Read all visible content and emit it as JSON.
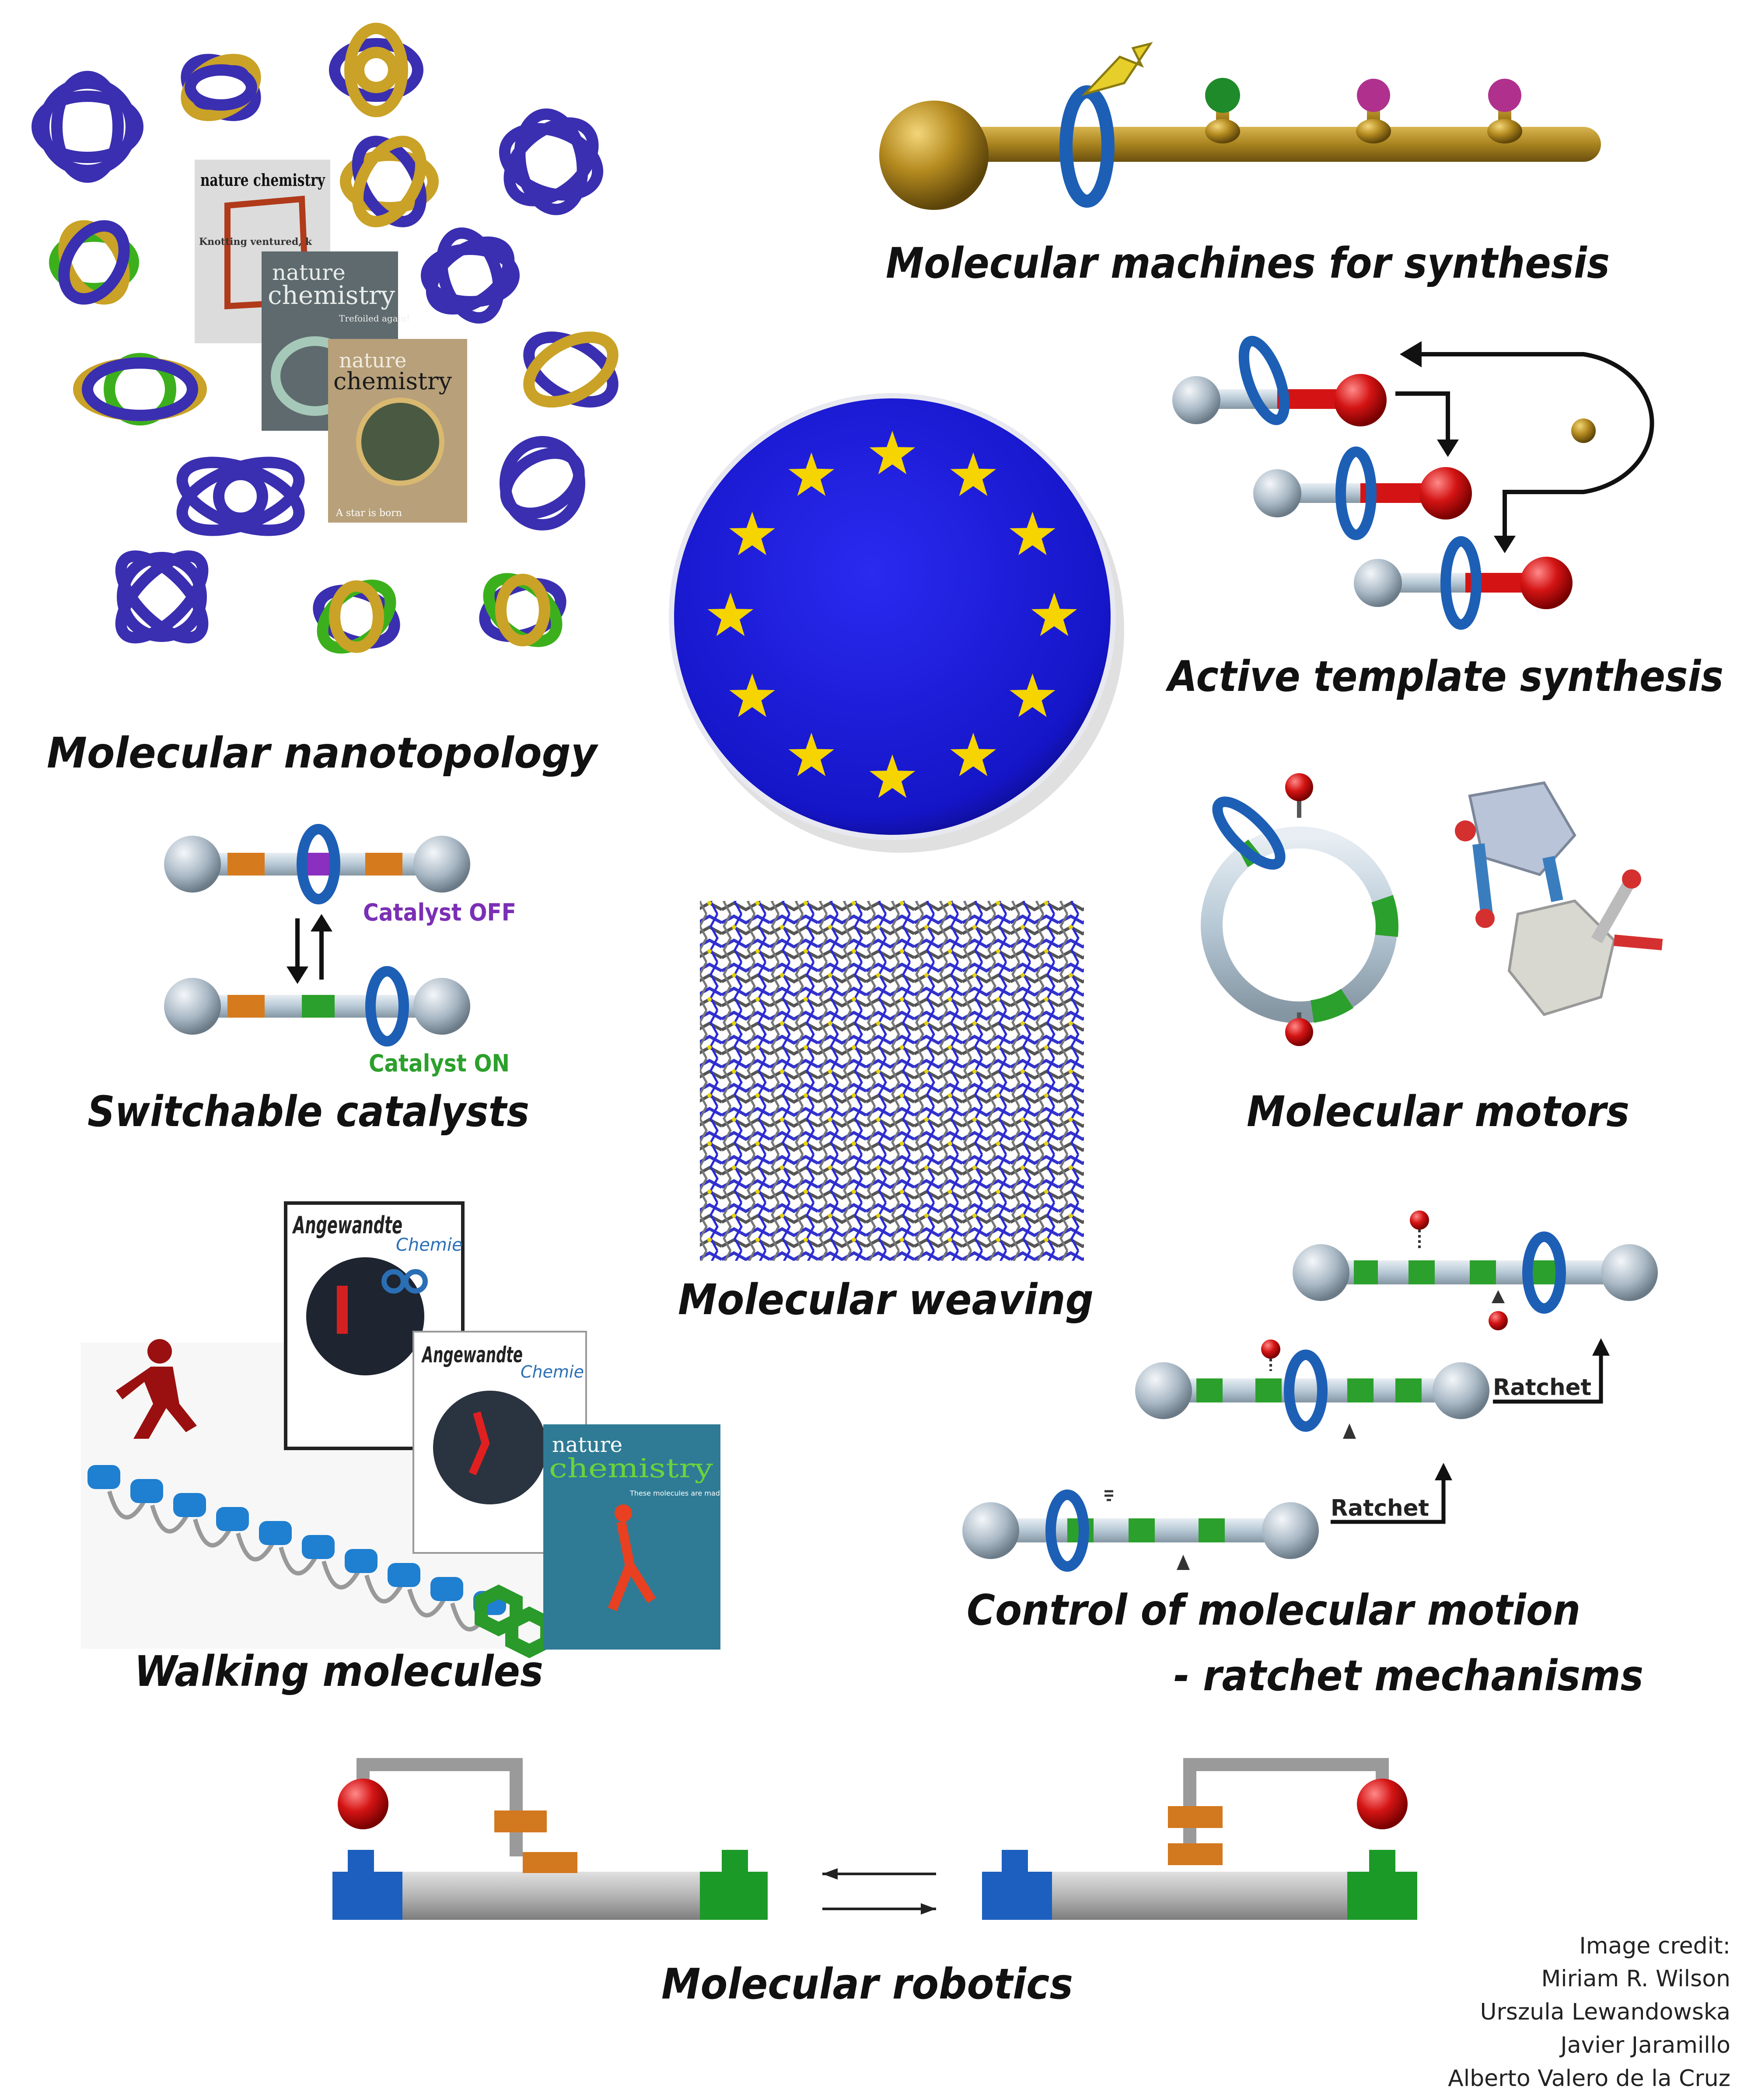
{
  "titles": {
    "nanotopology": "Molecular nanotopology",
    "machines": "Molecular machines for synthesis",
    "active_template": "Active template synthesis",
    "switchable": "Switchable catalysts",
    "motors": "Molecular motors",
    "weaving": "Molecular weaving",
    "walking": "Walking molecules",
    "control_line1": "Control of molecular motion",
    "control_line2": "- ratchet mechanisms",
    "robotics": "Molecular robotics"
  },
  "catalyst": {
    "off": "Catalyst OFF",
    "on": "Catalyst ON"
  },
  "ratchet_labels": [
    "Ratchet",
    "Ratchet"
  ],
  "covers": {
    "nature1_title": "nature chemistry",
    "nature1_tagline": "Knotting ventured, k",
    "nature2_title_1": "nature",
    "nature2_title_2": "chemistry",
    "nature2_tagline": "Trefoiled again!",
    "nature3_title_1": "nature",
    "nature3_title_2": "chemistry",
    "nature3_tagline": "A star is born",
    "angew1_title": "Angewandte",
    "angew1_sub": "Chemie",
    "angew2_title": "Angewandte",
    "angew2_sub": "Chemie",
    "nature4_title_1": "nature",
    "nature4_title_2": "chemistry",
    "nature4_tagline": "These molecules are made for walking"
  },
  "credits": {
    "heading": "Image credit:",
    "names": [
      "Miriam R. Wilson",
      "Urszula Lewandowska",
      "Javier Jaramillo",
      "Alberto Valero de la Cruz"
    ]
  },
  "colors": {
    "eu_blue": "#1a1ad0",
    "star_yellow": "#f5d400",
    "axle_gold": "#a8831e",
    "ring_blue": "#1d5fb5",
    "stopper_red": "#d41414",
    "catalyst_off": "#7b2fb5",
    "catalyst_on": "#2ca02c"
  }
}
